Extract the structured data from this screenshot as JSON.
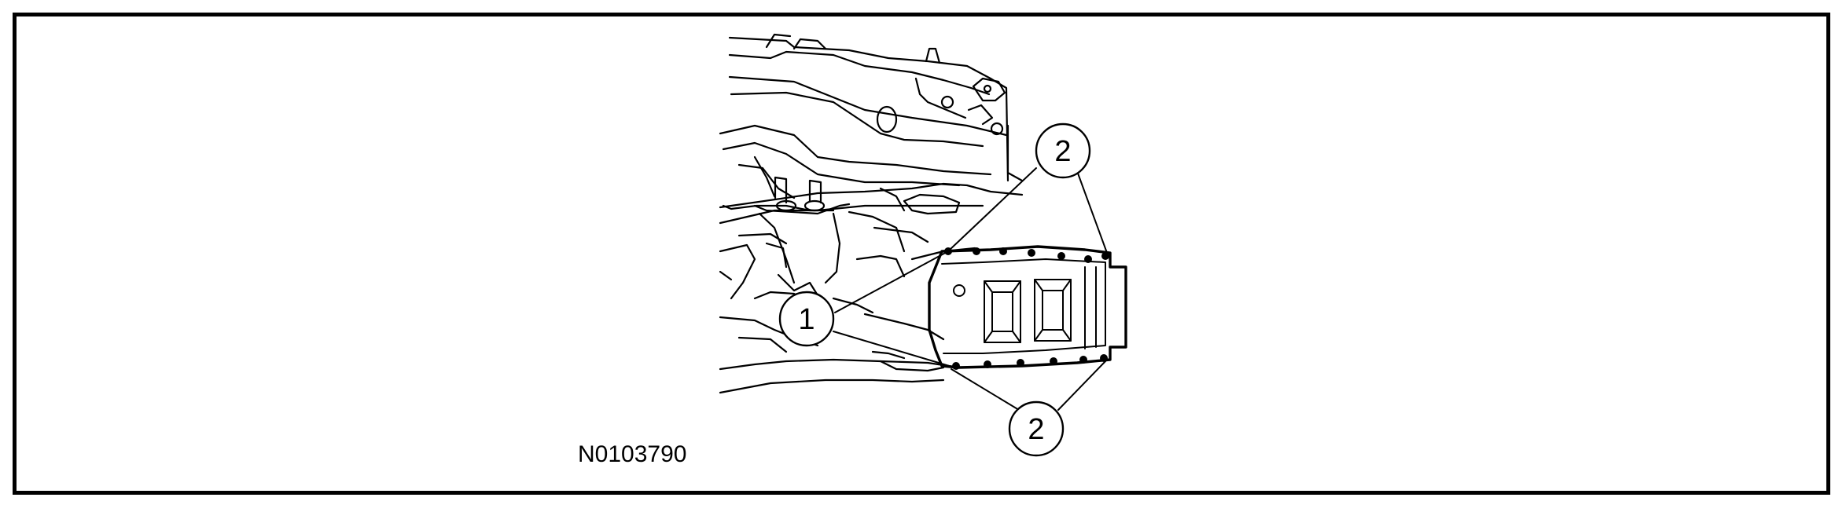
{
  "figure": {
    "id": "N0103790",
    "callouts": [
      {
        "number": "1"
      },
      {
        "number": "2"
      }
    ]
  }
}
